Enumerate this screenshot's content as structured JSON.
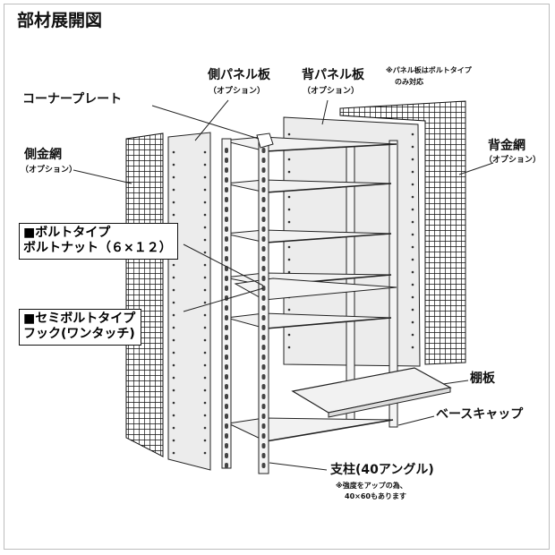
{
  "title": "部材展開図",
  "labels": {
    "side_panel": "側パネル板",
    "side_panel_opt": "（オプション）",
    "back_panel": "背パネル板",
    "back_panel_opt": "（オプション）",
    "panel_note_line1": "※パネル板はボルトタイプ",
    "panel_note_line2": "のみ対応",
    "corner_plate": "コーナープレート",
    "side_mesh": "側金網",
    "side_mesh_opt": "（オプション）",
    "back_mesh": "背金網",
    "back_mesh_opt": "（オプション）",
    "bolt_type_line1": "■ボルトタイプ",
    "bolt_type_line2": "ボルトナット（６×１２）",
    "semi_bolt_line1": "■セミボルトタイプ",
    "semi_bolt_line2": "フック(ワンタッチ)",
    "shelf_board": "棚板",
    "base_cap": "ベースキャップ",
    "post": "支柱(40アングル)",
    "post_note_line1": "※強度をアップの為、",
    "post_note_line2": "40×60もあります"
  },
  "colors": {
    "line": "#222222",
    "panel": "#ececec",
    "shelf": "#f2f2f2",
    "mesh": "#111111"
  }
}
